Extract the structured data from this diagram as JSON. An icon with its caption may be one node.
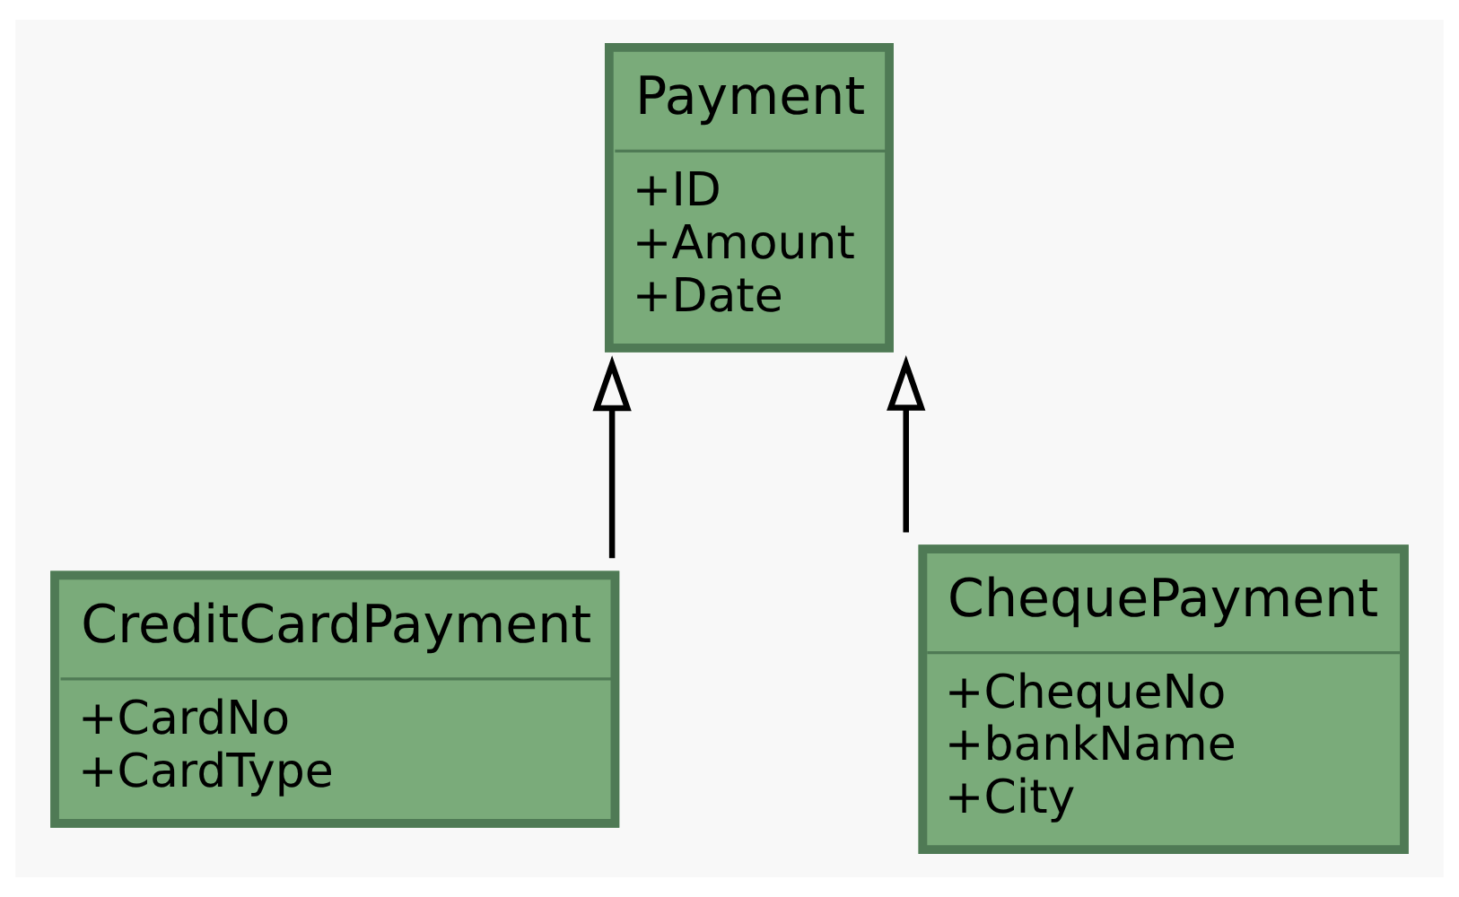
{
  "diagram": {
    "nodes": [
      {
        "text": [
          "Payment",
          "+ID",
          "+Amount",
          "+Date"
        ]
      },
      {
        "text": [
          "CreditCardPayment",
          "+CardNo",
          "+CardType"
        ]
      },
      {
        "text": [
          "ChequePayment",
          "+ChequeNo",
          "+bankName",
          "+City"
        ]
      }
    ],
    "edges": [
      {
        "from": 1,
        "to": 0,
        "arrow": "to"
      },
      {
        "from": 2,
        "to": 0,
        "arrow": "to"
      }
    ]
  }
}
